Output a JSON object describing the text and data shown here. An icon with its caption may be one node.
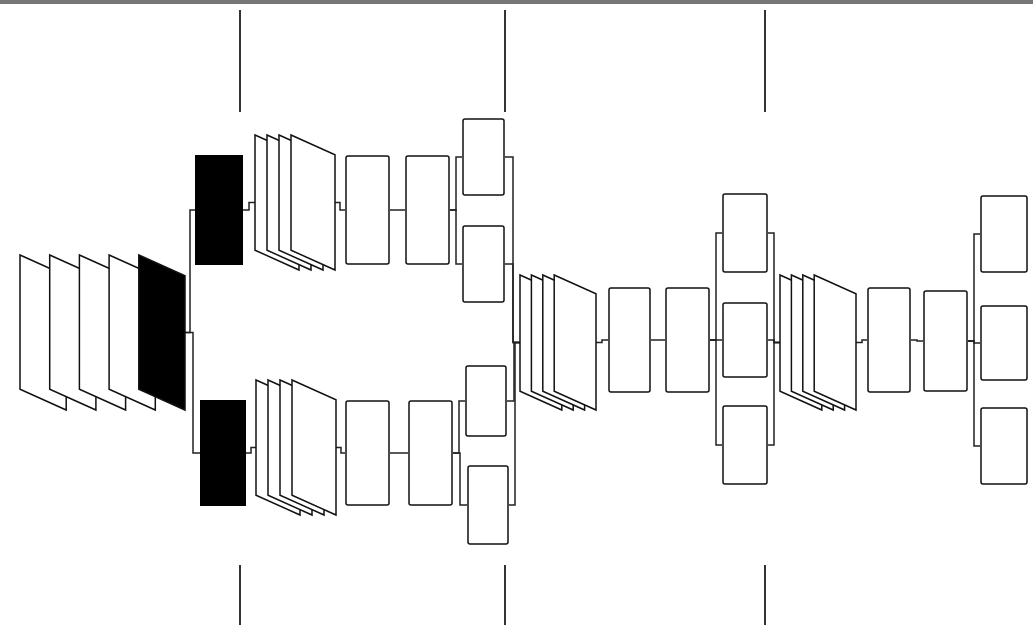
{
  "diagram": {
    "nodes": [
      {
        "text": [],
        "shape": "stack"
      },
      {
        "text": [],
        "shape": "bar"
      },
      {
        "text": [],
        "shape": "bar"
      },
      {
        "text": [],
        "shape": "stack"
      },
      {
        "text": [],
        "shape": "box"
      },
      {
        "text": [],
        "shape": "box"
      },
      {
        "text": [],
        "shape": "box"
      },
      {
        "text": [],
        "shape": "box"
      },
      {
        "text": [],
        "shape": "stack"
      },
      {
        "text": [],
        "shape": "box"
      },
      {
        "text": [],
        "shape": "box"
      },
      {
        "text": [],
        "shape": "box"
      },
      {
        "text": [],
        "shape": "box"
      },
      {
        "text": [],
        "shape": "stack"
      },
      {
        "text": [],
        "shape": "box"
      },
      {
        "text": [],
        "shape": "box"
      },
      {
        "text": [],
        "shape": "box"
      },
      {
        "text": [],
        "shape": "box"
      },
      {
        "text": [],
        "shape": "box"
      },
      {
        "text": [],
        "shape": "stack"
      },
      {
        "text": [],
        "shape": "box"
      },
      {
        "text": [],
        "shape": "box"
      },
      {
        "text": [],
        "shape": "box"
      },
      {
        "text": [],
        "shape": "box"
      },
      {
        "text": [],
        "shape": "box"
      }
    ],
    "edges": [
      {
        "from": 0,
        "to": 1,
        "arrow": "none"
      },
      {
        "from": 0,
        "to": 2,
        "arrow": "none"
      },
      {
        "from": 1,
        "to": 3,
        "arrow": "none"
      },
      {
        "from": 3,
        "to": 4,
        "arrow": "none"
      },
      {
        "from": 4,
        "to": 5,
        "arrow": "none"
      },
      {
        "from": 5,
        "to": 6,
        "arrow": "none"
      },
      {
        "from": 5,
        "to": 7,
        "arrow": "none"
      },
      {
        "from": 2,
        "to": 8,
        "arrow": "none"
      },
      {
        "from": 8,
        "to": 9,
        "arrow": "none"
      },
      {
        "from": 9,
        "to": 10,
        "arrow": "none"
      },
      {
        "from": 10,
        "to": 11,
        "arrow": "none"
      },
      {
        "from": 10,
        "to": 12,
        "arrow": "none"
      },
      {
        "from": 6,
        "to": 13,
        "arrow": "none"
      },
      {
        "from": 7,
        "to": 13,
        "arrow": "none"
      },
      {
        "from": 11,
        "to": 13,
        "arrow": "none"
      },
      {
        "from": 12,
        "to": 13,
        "arrow": "none"
      },
      {
        "from": 13,
        "to": 14,
        "arrow": "none"
      },
      {
        "from": 14,
        "to": 15,
        "arrow": "none"
      },
      {
        "from": 15,
        "to": 16,
        "arrow": "none"
      },
      {
        "from": 15,
        "to": 17,
        "arrow": "none"
      },
      {
        "from": 15,
        "to": 18,
        "arrow": "none"
      },
      {
        "from": 16,
        "to": 19,
        "arrow": "none"
      },
      {
        "from": 17,
        "to": 19,
        "arrow": "none"
      },
      {
        "from": 18,
        "to": 19,
        "arrow": "none"
      },
      {
        "from": 19,
        "to": 20,
        "arrow": "none"
      },
      {
        "from": 20,
        "to": 21,
        "arrow": "none"
      },
      {
        "from": 21,
        "to": 22,
        "arrow": "none"
      },
      {
        "from": 21,
        "to": 23,
        "arrow": "none"
      },
      {
        "from": 21,
        "to": 24,
        "arrow": "none"
      }
    ]
  }
}
